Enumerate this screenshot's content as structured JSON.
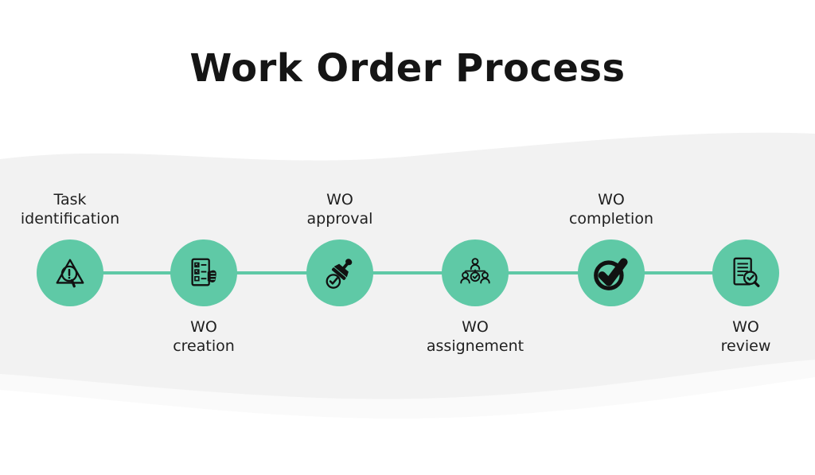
{
  "title": "Work Order Process",
  "colors": {
    "node": "#5fc9a6",
    "connector": "#5fc9a6",
    "band": "#f2f2f2",
    "band_light": "#fafafa",
    "icon": "#111111",
    "text": "#1f1f1f"
  },
  "steps": [
    {
      "label": "Task\nidentification",
      "label_position": "above",
      "icon": "magnifier-warning-icon"
    },
    {
      "label": "WO\ncreation",
      "label_position": "below",
      "icon": "checklist-hand-icon"
    },
    {
      "label": "WO\napproval",
      "label_position": "above",
      "icon": "approval-stamp-icon"
    },
    {
      "label": "WO\nassignement",
      "label_position": "below",
      "icon": "team-check-icon"
    },
    {
      "label": "WO\ncompletion",
      "label_position": "above",
      "icon": "bold-checkmark-icon"
    },
    {
      "label": "WO\nreview",
      "label_position": "below",
      "icon": "document-magnifier-check-icon"
    }
  ]
}
